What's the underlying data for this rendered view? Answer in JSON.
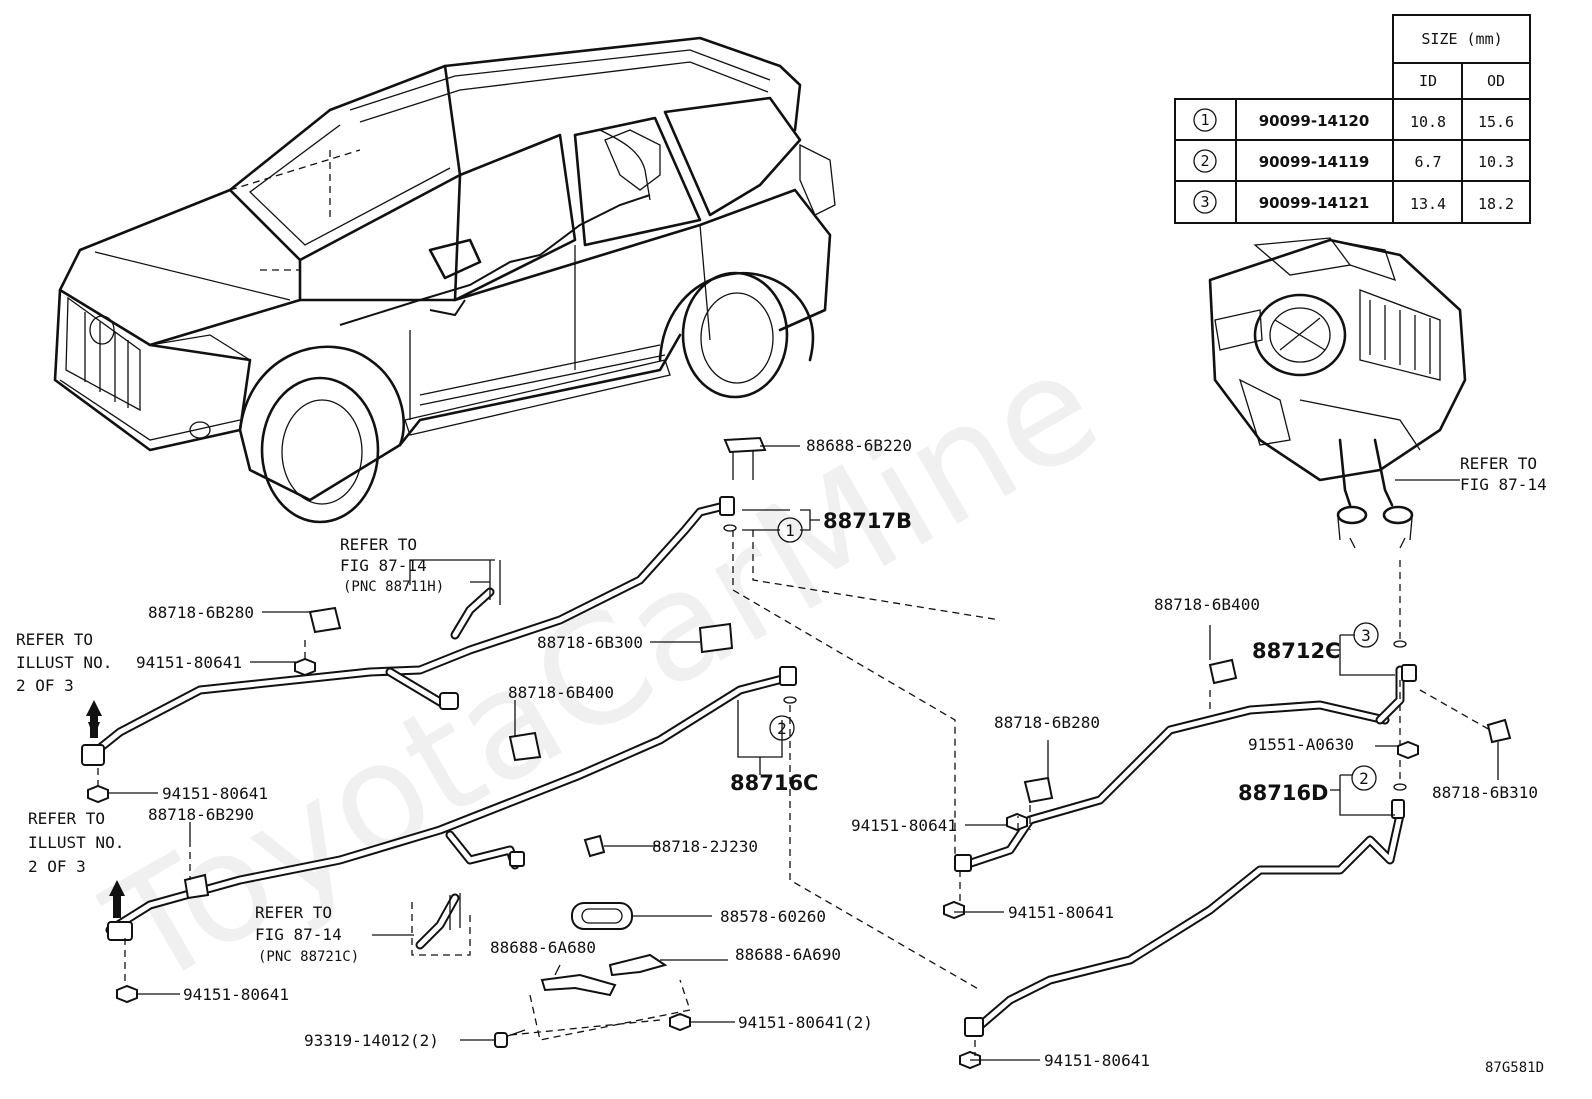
{
  "watermark": "ToyotaCarMine",
  "figure_code": "87G581D",
  "size_table": {
    "header": "SIZE (mm)",
    "col_id": "ID",
    "col_od": "OD",
    "rows": [
      {
        "ref": "1",
        "part": "90099-14120",
        "id": "10.8",
        "od": "15.6"
      },
      {
        "ref": "2",
        "part": "90099-14119",
        "id": "6.7",
        "od": "10.3"
      },
      {
        "ref": "3",
        "part": "90099-14121",
        "id": "13.4",
        "od": "18.2"
      }
    ]
  },
  "refs": {
    "fig_87_14_top": {
      "line1": "REFER TO",
      "line2": "FIG 87-14"
    },
    "fig_87_14_pnc_h": {
      "line1": "REFER TO",
      "line2": "FIG 87-14",
      "line3": "(PNC 88711H)"
    },
    "fig_87_14_pnc_c": {
      "line1": "REFER TO",
      "line2": "FIG 87-14",
      "line3": "(PNC 88721C)"
    },
    "illust_upper": {
      "line1": "REFER TO",
      "line2": "ILLUST NO.",
      "line3": "2 OF 3"
    },
    "illust_lower": {
      "line1": "REFER TO",
      "line2": "ILLUST NO.",
      "line3": "2 OF 3"
    }
  },
  "callouts": {
    "c1": "1",
    "c2a": "2",
    "c2b": "2",
    "c3": "3"
  },
  "labels": {
    "p88688_6B220": "88688-6B220",
    "p88717B": "88717B",
    "p88718_6B280_l": "88718-6B280",
    "p94151_80641_a": "94151-80641",
    "p88718_6B300": "88718-6B300",
    "p88718_6B400_l": "88718-6B400",
    "p88716C": "88716C",
    "p94151_80641_b": "94151-80641",
    "p88718_6B290": "88718-6B290",
    "p88718_2J230": "88718-2J230",
    "p88578_60260": "88578-60260",
    "p88688_6A680": "88688-6A680",
    "p88688_6A690": "88688-6A690",
    "p94151_80641_c": "94151-80641",
    "p93319_14012": "93319-14012(2)",
    "p94151_80641_2": "94151-80641(2)",
    "p88718_6B400_r": "88718-6B400",
    "p88712C": "88712C",
    "p88718_6B280_r": "88718-6B280",
    "p91551_A0630": "91551-A0630",
    "p88716D": "88716D",
    "p88718_6B310": "88718-6B310",
    "p94151_80641_d": "94151-80641",
    "p94151_80641_e": "94151-80641",
    "p94151_80641_f": "94151-80641"
  }
}
